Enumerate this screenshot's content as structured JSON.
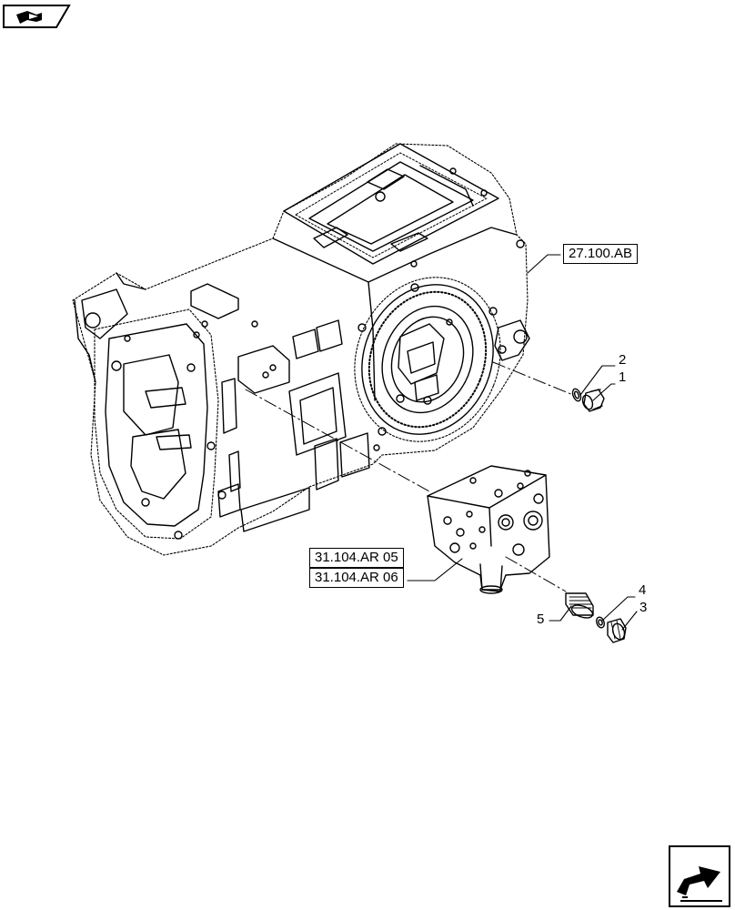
{
  "references": {
    "ref_1": "27.100.AB",
    "ref_2": "31.104.AR 05",
    "ref_3": "31.104.AR 06"
  },
  "callouts": [
    "1",
    "2",
    "3",
    "4",
    "5"
  ],
  "icons": {
    "top_left": "book-arrow-icon",
    "bottom_right": "next-page-arrow-icon"
  }
}
